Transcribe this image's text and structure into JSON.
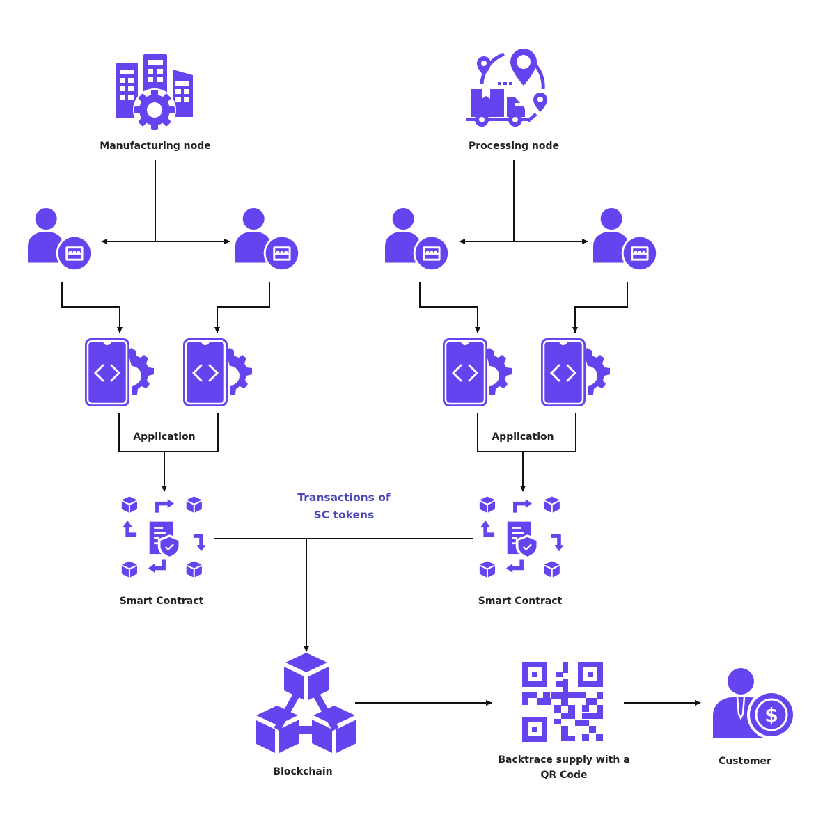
{
  "colors": {
    "icon_fill": "#6543EE",
    "label_text": "#222222",
    "annotation_text": "#4A47B8",
    "connector": "#111111"
  },
  "nodes": {
    "manufacturing": {
      "label": "Manufacturing node",
      "icon": "factory-gear-icon"
    },
    "processing": {
      "label": "Processing node",
      "icon": "delivery-truck-location-icon"
    },
    "users": [
      {
        "icon": "user-store-icon"
      },
      {
        "icon": "user-store-icon"
      },
      {
        "icon": "user-store-icon"
      },
      {
        "icon": "user-store-icon"
      }
    ],
    "apps": [
      {
        "icon": "mobile-app-code-gear-icon"
      },
      {
        "icon": "mobile-app-code-gear-icon"
      },
      {
        "icon": "mobile-app-code-gear-icon"
      },
      {
        "icon": "mobile-app-code-gear-icon"
      }
    ],
    "application_left": {
      "label": "Application"
    },
    "application_right": {
      "label": "Application"
    },
    "smart_contract_left": {
      "label": "Smart Contract",
      "icon": "smart-contract-icon"
    },
    "smart_contract_right": {
      "label": "Smart Contract",
      "icon": "smart-contract-icon"
    },
    "transactions": {
      "line1": "Transactions of",
      "line2": "SC tokens"
    },
    "blockchain": {
      "label": "Blockchain",
      "icon": "blockchain-cubes-icon"
    },
    "qr": {
      "line1": "Backtrace supply with a",
      "line2": "QR Code",
      "icon": "qr-code-icon"
    },
    "customer": {
      "label": "Customer",
      "icon": "customer-dollar-icon"
    }
  }
}
